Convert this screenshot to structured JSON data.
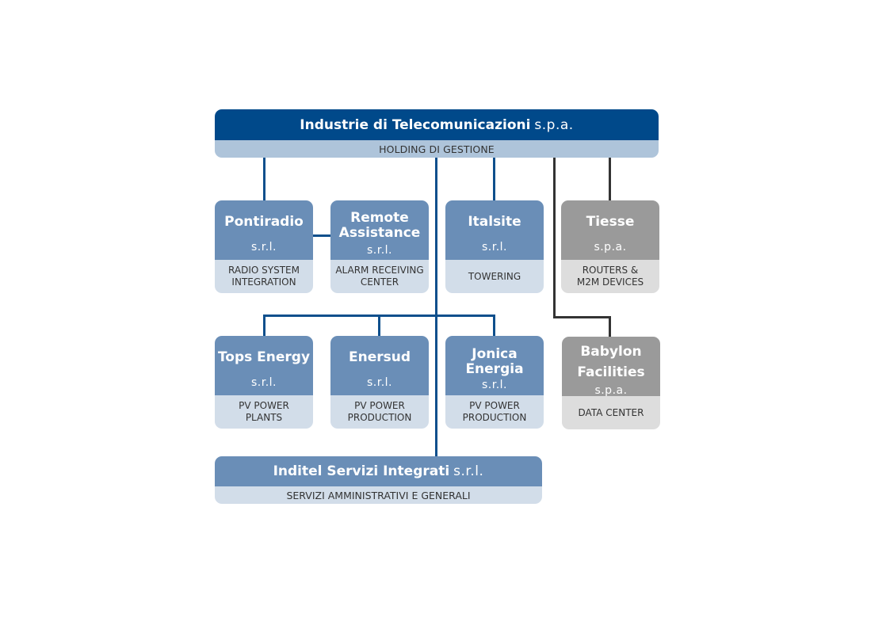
{
  "holding": {
    "name": "Industrie di Telecomunicazioni",
    "legal_form": "s.p.a.",
    "role": "HOLDING DI GESTIONE"
  },
  "companies": {
    "pontiradio": {
      "name": "Pontiradio",
      "legal_form": "s.r.l.",
      "activity_line1": "RADIO SYSTEM",
      "activity_line2": "INTEGRATION",
      "group": "blue"
    },
    "remote_assistance": {
      "name_line1": "Remote",
      "name_line2": "Assistance",
      "legal_form": "s.r.l.",
      "activity_line1": "ALARM RECEIVING",
      "activity_line2": "CENTER",
      "group": "blue"
    },
    "italsite": {
      "name": "Italsite",
      "legal_form": "s.r.l.",
      "activity_line1": "TOWERING",
      "group": "blue"
    },
    "tiesse": {
      "name": "Tiesse",
      "legal_form": "s.p.a.",
      "activity_line1": "ROUTERS &",
      "activity_line2": "M2M DEVICES",
      "group": "gray"
    },
    "tops_energy": {
      "name": "Tops Energy",
      "legal_form": "s.r.l.",
      "activity_line1": "PV POWER",
      "activity_line2": "PLANTS",
      "group": "blue"
    },
    "enersud": {
      "name": "Enersud",
      "legal_form": "s.r.l.",
      "activity_line1": "PV POWER",
      "activity_line2": "PRODUCTION",
      "group": "blue"
    },
    "jonica_energia": {
      "name_line1": "Jonica",
      "name_line2": "Energia",
      "legal_form": "s.r.l.",
      "activity_line1": "PV POWER",
      "activity_line2": "PRODUCTION",
      "group": "blue"
    },
    "babylon_facilities": {
      "name_line1": "Babylon",
      "name_line2": "Facilities",
      "legal_form": "s.p.a.",
      "activity_line1": "DATA CENTER",
      "group": "gray"
    }
  },
  "services": {
    "name": "Inditel Servizi Integrati",
    "legal_form": "s.r.l.",
    "role": "SERVIZI AMMINISTRATIVI E GENERALI"
  },
  "colors": {
    "holding_header": "#00498a",
    "holding_band": "#aec4da",
    "blue_header": "#6a8eb7",
    "blue_band": "#d2dde9",
    "gray_header": "#9a9a9a",
    "gray_band": "#dddddd",
    "blue_connector": "#0f4f8c",
    "dark_connector": "#333333"
  }
}
